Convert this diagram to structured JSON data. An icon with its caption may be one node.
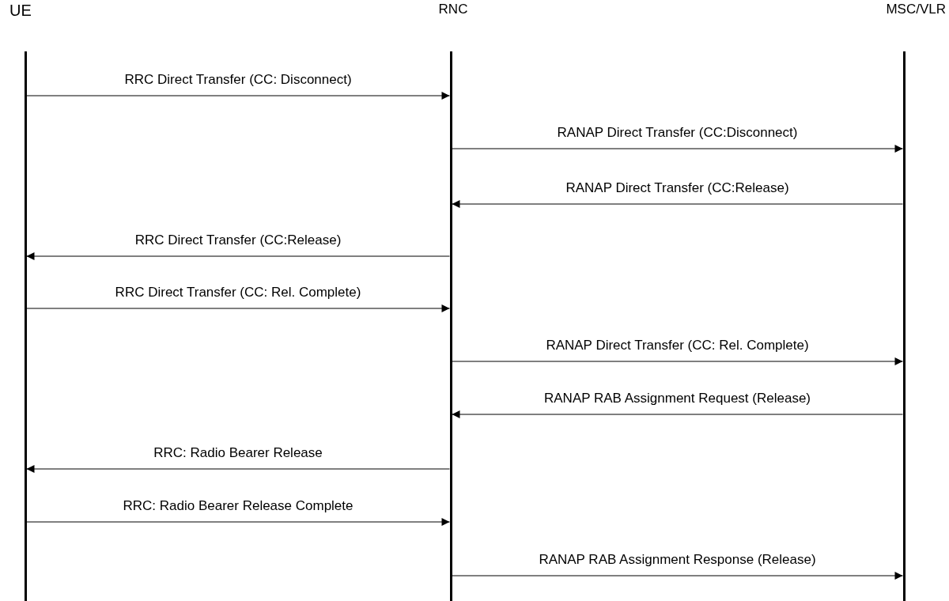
{
  "diagram": {
    "nodes": [
      {
        "text": [
          "UE"
        ]
      },
      {
        "text": [
          "RNC"
        ]
      },
      {
        "text": [
          "MSC/VLR"
        ]
      }
    ],
    "edges": [
      {
        "from": 0,
        "to": 1,
        "arrow": "to",
        "label": "RRC Direct Transfer (CC: Disconnect)"
      },
      {
        "from": 1,
        "to": 2,
        "arrow": "to",
        "label": "RANAP Direct Transfer (CC:Disconnect)"
      },
      {
        "from": 2,
        "to": 1,
        "arrow": "to",
        "label": "RANAP Direct Transfer (CC:Release)"
      },
      {
        "from": 1,
        "to": 0,
        "arrow": "to",
        "label": "RRC Direct Transfer (CC:Release)"
      },
      {
        "from": 0,
        "to": 1,
        "arrow": "to",
        "label": "RRC Direct Transfer (CC: Rel. Complete)"
      },
      {
        "from": 1,
        "to": 2,
        "arrow": "to",
        "label": "RANAP Direct Transfer (CC: Rel. Complete)"
      },
      {
        "from": 2,
        "to": 1,
        "arrow": "to",
        "label": "RANAP RAB Assignment Request (Release)"
      },
      {
        "from": 1,
        "to": 0,
        "arrow": "to",
        "label": "RRC: Radio Bearer Release"
      },
      {
        "from": 0,
        "to": 1,
        "arrow": "to",
        "label": "RRC: Radio Bearer Release Complete"
      },
      {
        "from": 1,
        "to": 2,
        "arrow": "to",
        "label": "RANAP RAB Assignment Response (Release)"
      }
    ]
  }
}
